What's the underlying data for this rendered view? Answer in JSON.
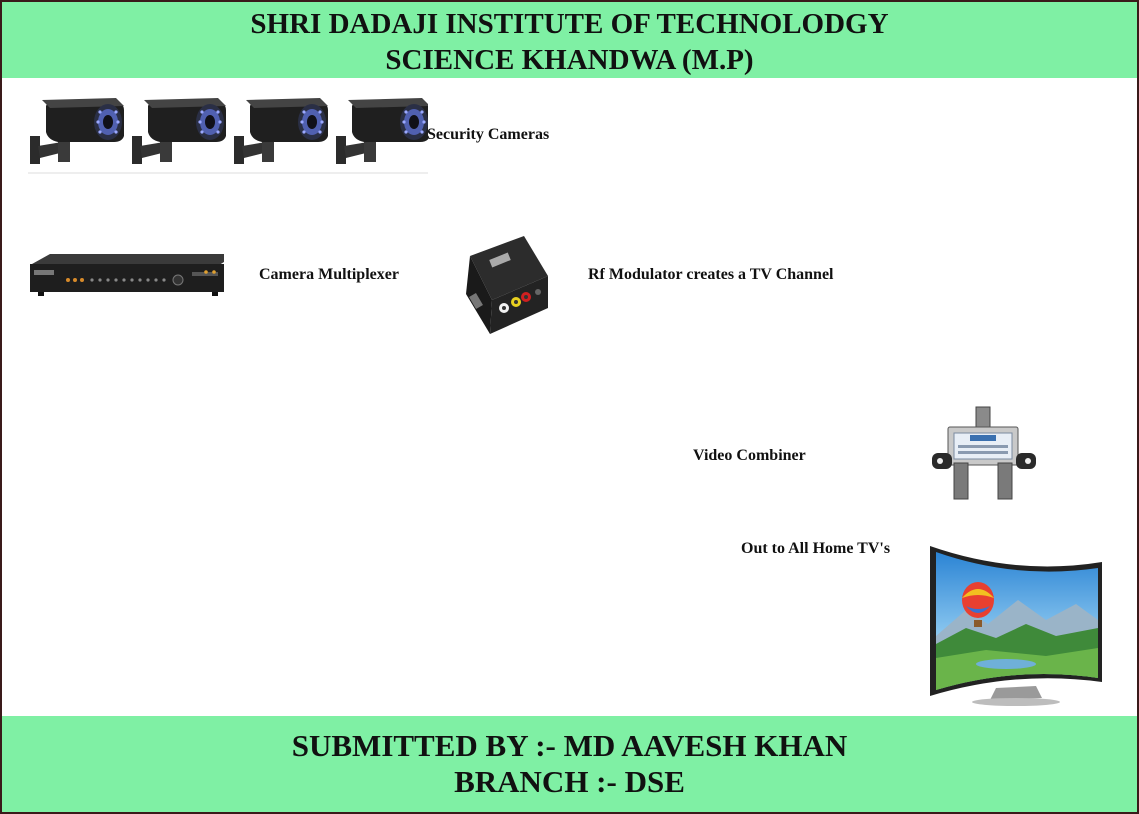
{
  "header": {
    "line1": "SHRI DADAJI INSTITUTE OF TECHNOLODGY",
    "line2": "SCIENCE KHANDWA (M.P)"
  },
  "labels": {
    "cameras": "Security Cameras",
    "multiplexer": "Camera Multiplexer",
    "modulator": "Rf Modulator creates a TV Channel",
    "combiner": "Video Combiner",
    "tv": "Out to All Home TV's"
  },
  "footer": {
    "line1": "SUBMITTED BY :- MD AAVESH KHAN",
    "line2": "BRANCH :- DSE"
  },
  "colors": {
    "banner": "#7ff0a4",
    "border": "#3a1a1a"
  }
}
